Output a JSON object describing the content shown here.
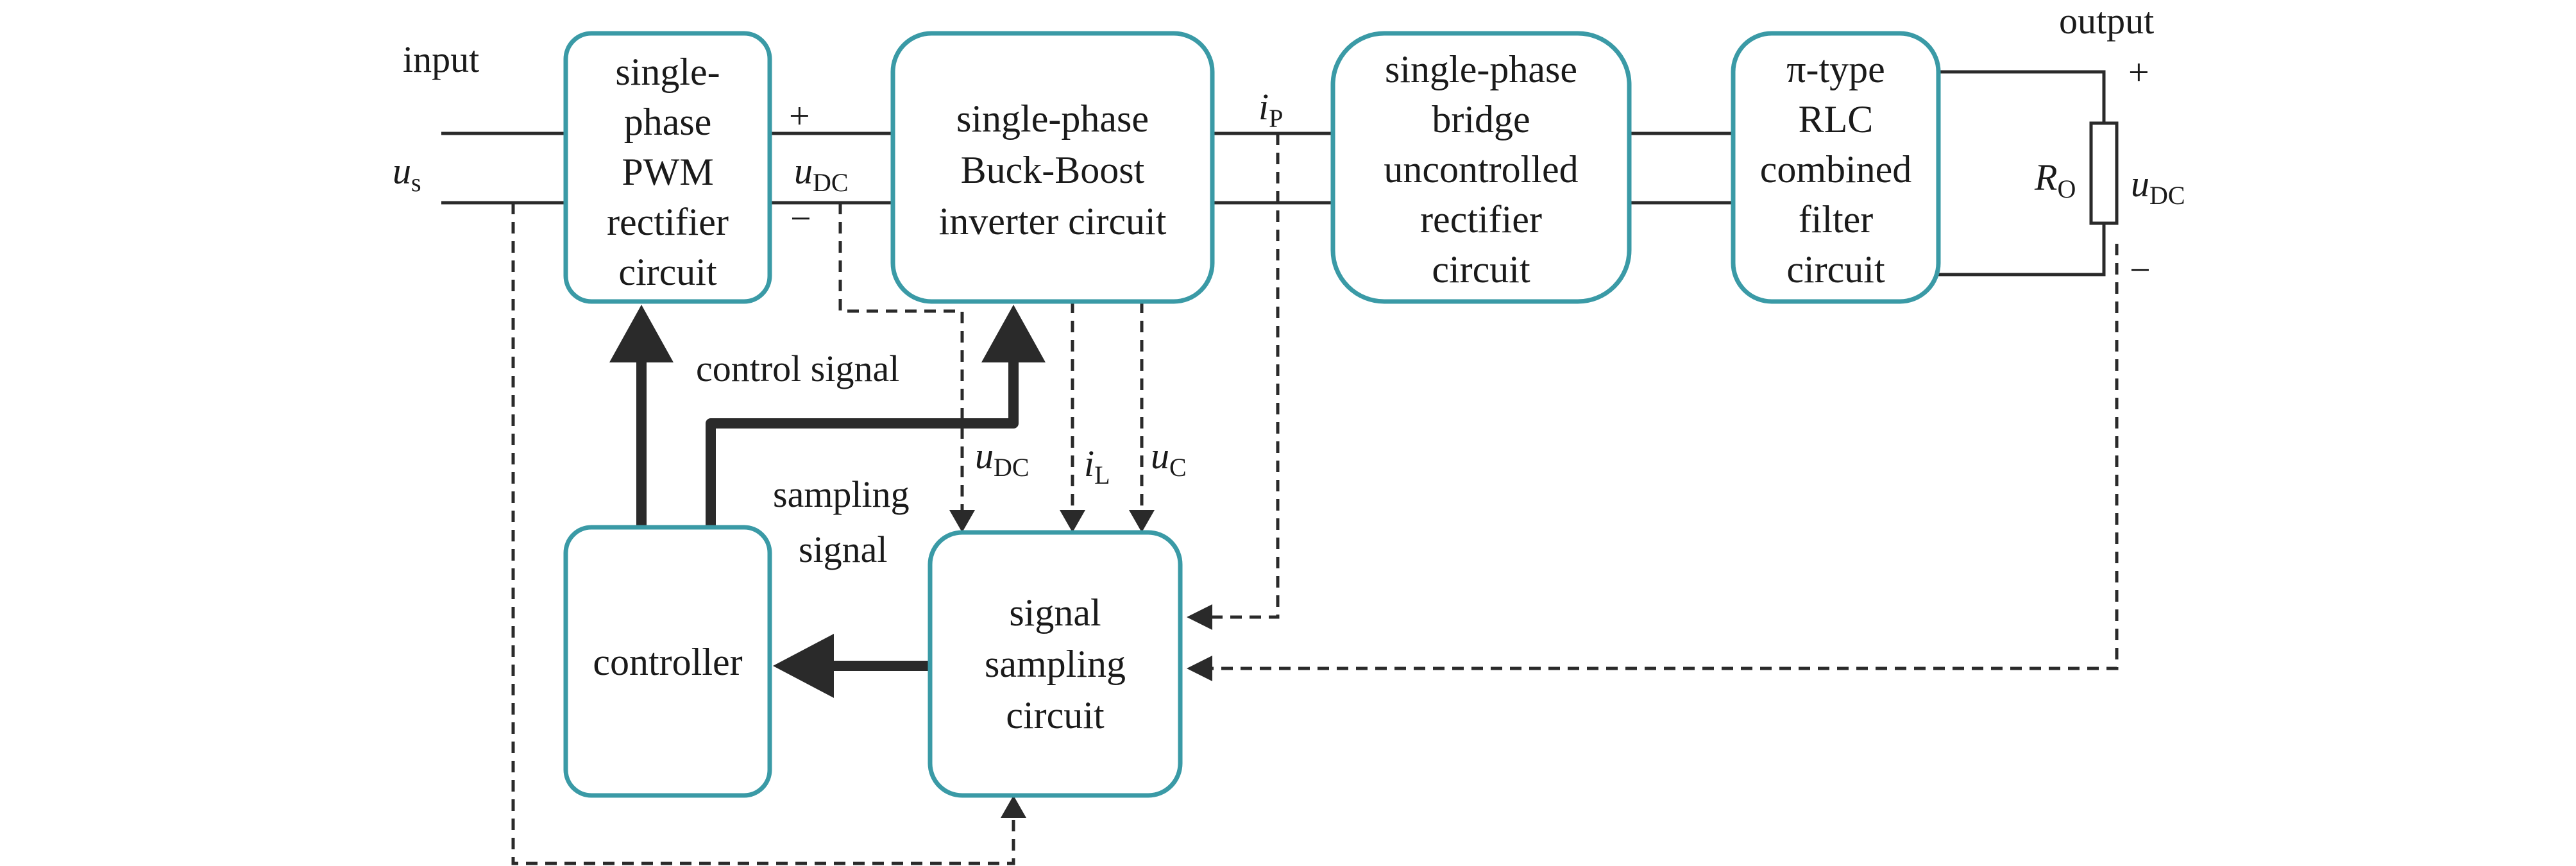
{
  "labels": {
    "input": "input",
    "output": "output",
    "control_signal": "control signal",
    "sampling_signal_1": "sampling",
    "sampling_signal_2": "signal",
    "plus_1": "+",
    "minus_1": "−",
    "plus_2": "+",
    "minus_2": "−"
  },
  "symbols": {
    "us_main": "u",
    "us_sub": "s",
    "udc_in_main": "u",
    "udc_in_sub": "DC",
    "ip_main": "i",
    "ip_sub": "P",
    "ro_main": "R",
    "ro_sub": "O",
    "udc_out_main": "u",
    "udc_out_sub": "DC",
    "udc_samp_main": "u",
    "udc_samp_sub": "DC",
    "il_main": "i",
    "il_sub": "L",
    "uc_main": "u",
    "uc_sub": "C"
  },
  "blocks": {
    "rectifier": [
      "single-",
      "phase",
      "PWM",
      "rectifier",
      "circuit"
    ],
    "inverter": [
      "single-phase",
      "Buck-Boost",
      "inverter circuit"
    ],
    "bridge": [
      "single-phase",
      "bridge",
      "uncontrolled",
      "rectifier",
      "circuit"
    ],
    "filter": [
      "π-type",
      "RLC",
      "combined",
      "filter",
      "circuit"
    ],
    "controller": [
      "controller"
    ],
    "sampler": [
      "signal",
      "sampling",
      "circuit"
    ]
  },
  "colors": {
    "box_border": "#3a9aa6",
    "lines": "#2a2a2a"
  }
}
